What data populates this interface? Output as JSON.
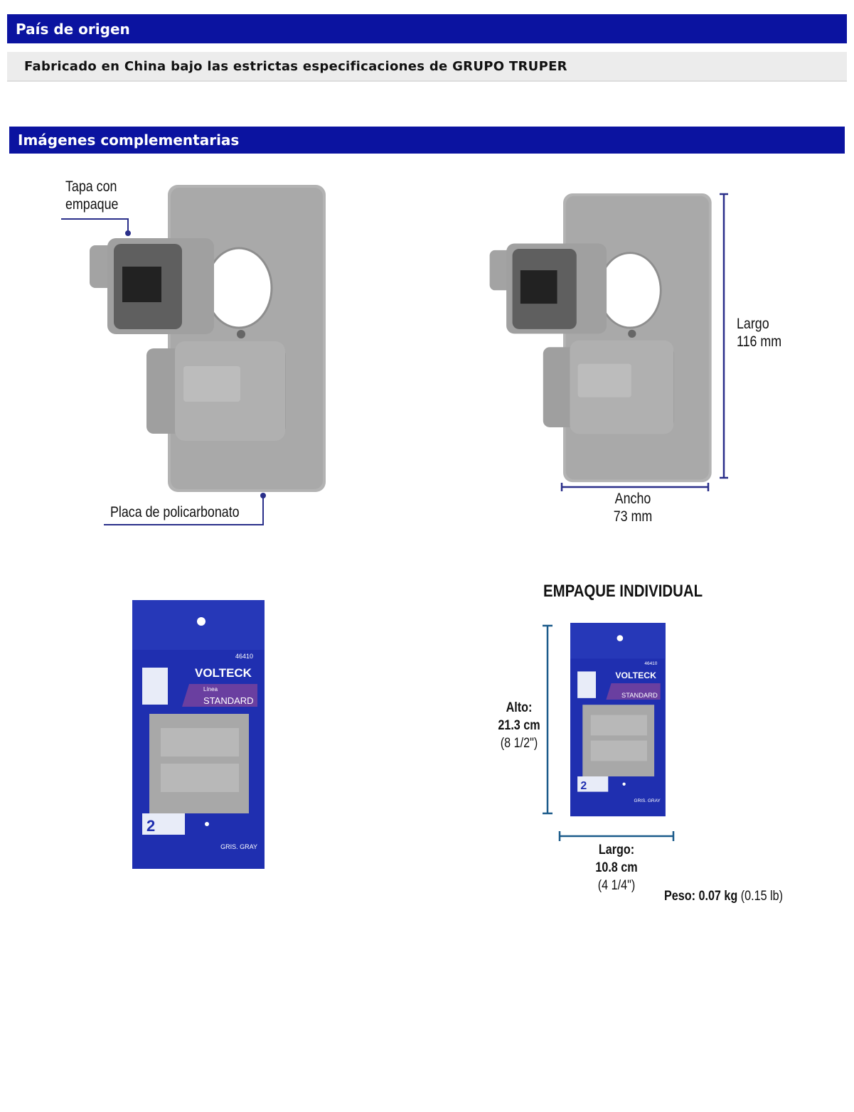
{
  "origin": {
    "title": "País de origen",
    "text": "Fabricado en China bajo las estrictas especificaciones de GRUPO TRUPER"
  },
  "images": {
    "title": "Imágenes complementarias",
    "callouts": {
      "lid_line1": "Tapa con",
      "lid_line2": "empaque",
      "plate": "Placa de policarbonato"
    },
    "dimensions": {
      "length_label": "Largo",
      "length_value": "116 mm",
      "width_label": "Ancho",
      "width_value": "73 mm"
    },
    "package": {
      "title": "EMPAQUE INDIVIDUAL",
      "height_label": "Alto:",
      "height_value": "21.3 cm",
      "height_inches": "(8 1/2\")",
      "length_label": "Largo:",
      "length_value": "10.8 cm",
      "length_inches": "(4 1/4\")",
      "weight_label": "Peso:",
      "weight_value": "0.07 kg",
      "weight_lb": "(0.15 lb)",
      "brand": "VOLTECK",
      "code": "46410",
      "line_small": "Línea",
      "line_name": "STANDARD",
      "color": "GRIS. GRAY",
      "modules": "2"
    }
  },
  "colors": {
    "header": "#0b13a0",
    "callout": "#2a2f8a",
    "dimension": "#1a5a8a"
  }
}
